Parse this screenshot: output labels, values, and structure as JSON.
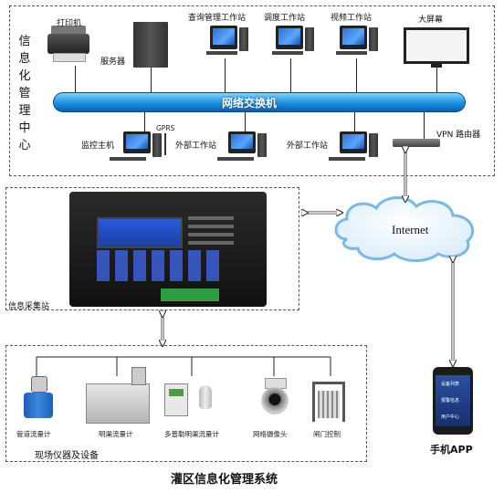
{
  "top_box": {
    "title": "信息化管理中心",
    "bus_label": "网络交换机",
    "nodes": {
      "printer": "打印机",
      "server": "服务器",
      "query": "查询管理工作站",
      "dispatch": "调度工作站",
      "video": "视频工作站",
      "bigscreen": "大屏幕",
      "monitor_host": "监控主机",
      "gprs": "GPRS",
      "external1": "外部工作站",
      "external2": "外部工作站",
      "vpn": "VPN 路由器"
    }
  },
  "middle": {
    "station_label": "信息采集站",
    "internet_label": "Internet"
  },
  "phone": {
    "label": "手机APP",
    "menu": [
      "设备列表",
      "报警信息",
      "用户中心"
    ]
  },
  "bottom_box": {
    "footer_label": "现场仪器及设备",
    "devices": [
      "管道流量计",
      "明渠流量计",
      "多普勒明渠流量计",
      "网络摄像头",
      "闸门控制"
    ]
  },
  "title": "灌区信息化管理系统",
  "colors": {
    "bus": "#1a8fe0",
    "cloud": "#7ab8e6",
    "arrow": "#333333"
  }
}
